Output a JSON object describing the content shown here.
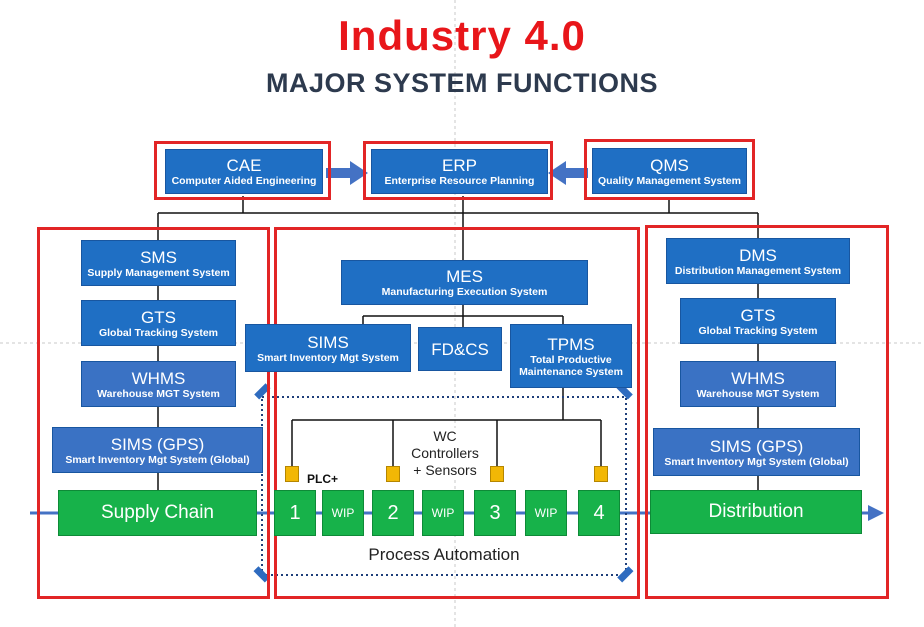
{
  "header": {
    "title": "Industry 4.0",
    "subtitle": "MAJOR SYSTEM FUNCTIONS"
  },
  "top_row": {
    "cae": {
      "name": "CAE",
      "sub": "Computer Aided Engineering"
    },
    "erp": {
      "name": "ERP",
      "sub": "Enterprise Resource Planning"
    },
    "qms": {
      "name": "QMS",
      "sub": "Quality Management System"
    }
  },
  "supply_column": {
    "items": [
      {
        "name": "SMS",
        "sub": "Supply Management System"
      },
      {
        "name": "GTS",
        "sub": "Global Tracking System"
      },
      {
        "name": "WHMS",
        "sub": "Warehouse MGT  System"
      },
      {
        "name": "SIMS (GPS)",
        "sub": "Smart Inventory Mgt System (Global)"
      }
    ],
    "green_label": "Supply Chain"
  },
  "center_column": {
    "mes": {
      "name": "MES",
      "sub": "Manufacturing Execution System"
    },
    "sims": {
      "name": "SIMS",
      "sub": "Smart Inventory Mgt System"
    },
    "fdcs": {
      "name": "FD&CS"
    },
    "tpms": {
      "name": "TPMS",
      "sub1": "Total Productive",
      "sub2": "Maintenance System"
    },
    "wc_lines": [
      "WC",
      "Controllers",
      "+ Sensors"
    ],
    "plc_label": "PLC+",
    "stations": [
      "1",
      "2",
      "3",
      "4"
    ],
    "wip_label": "WIP",
    "process_label": "Process Automation"
  },
  "distribution_column": {
    "items": [
      {
        "name": "DMS",
        "sub": "Distribution Management System"
      },
      {
        "name": "GTS",
        "sub": "Global Tracking System"
      },
      {
        "name": "WHMS",
        "sub": "Warehouse MGT  System"
      },
      {
        "name": "SIMS (GPS)",
        "sub": "Smart Inventory Mgt System (Global)"
      }
    ],
    "green_label": "Distribution"
  },
  "colors": {
    "title_red": "#e8161a",
    "frame_red": "#e22526",
    "system_blue": "#1f6fc4",
    "process_green": "#17b24a",
    "sensor_yellow": "#f2b705",
    "flow_arrow": "#4472c4"
  }
}
